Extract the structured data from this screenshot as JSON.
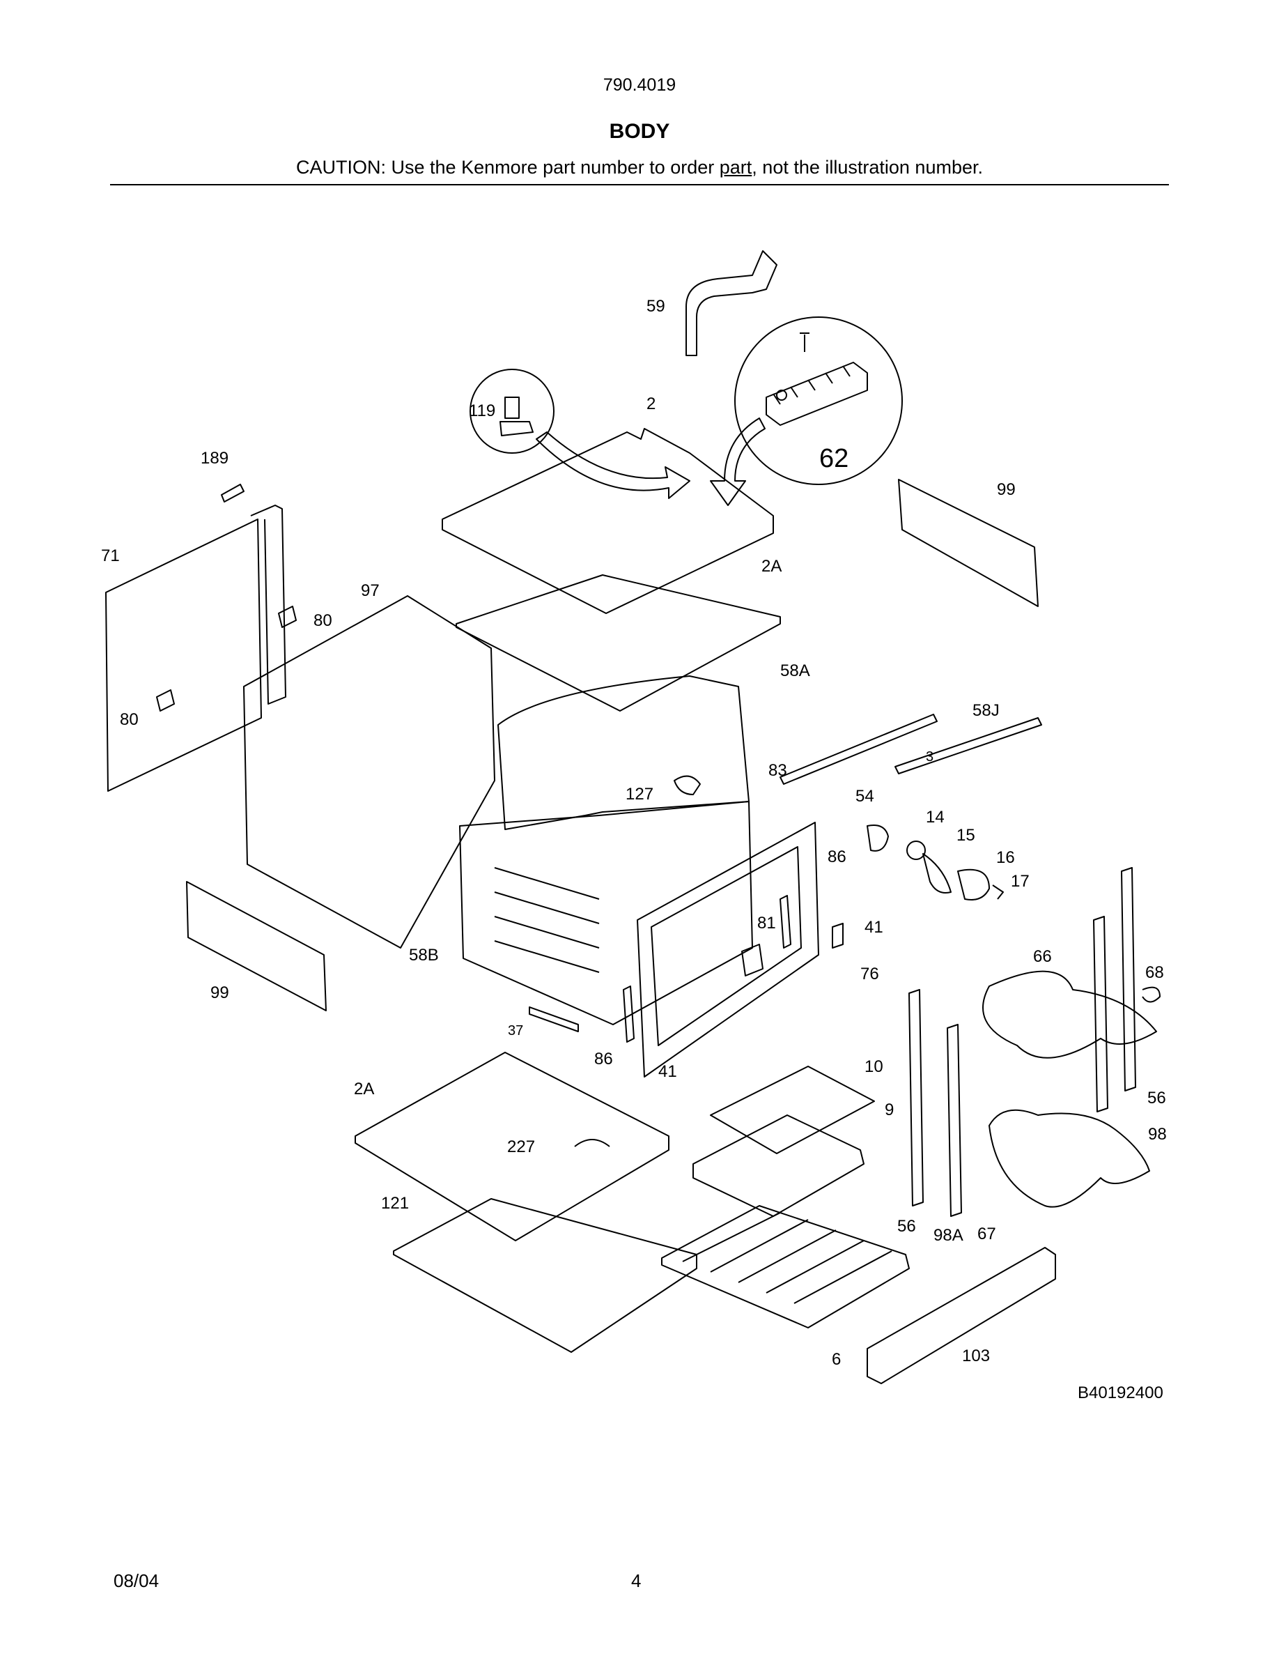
{
  "header": {
    "model_number": "790.4019",
    "section_title": "BODY",
    "caution_prefix": "CAUTION: Use the Kenmore part number to order ",
    "caution_underlined": "part",
    "caution_suffix": ", not the illustration number."
  },
  "diagram": {
    "drawing_code": "B40192400",
    "callouts": [
      "59",
      "119",
      "2",
      "62",
      "189",
      "99",
      "71",
      "97",
      "80",
      "80",
      "2A",
      "58A",
      "58J",
      "3",
      "83",
      "127",
      "54",
      "14",
      "15",
      "16",
      "17",
      "86",
      "81",
      "41",
      "58B",
      "76",
      "66",
      "68",
      "99",
      "37",
      "86",
      "41",
      "2A",
      "10",
      "9",
      "56",
      "98",
      "227",
      "121",
      "56",
      "98A",
      "67",
      "6",
      "103"
    ]
  },
  "footer": {
    "date": "08/04",
    "page_number": "4"
  }
}
